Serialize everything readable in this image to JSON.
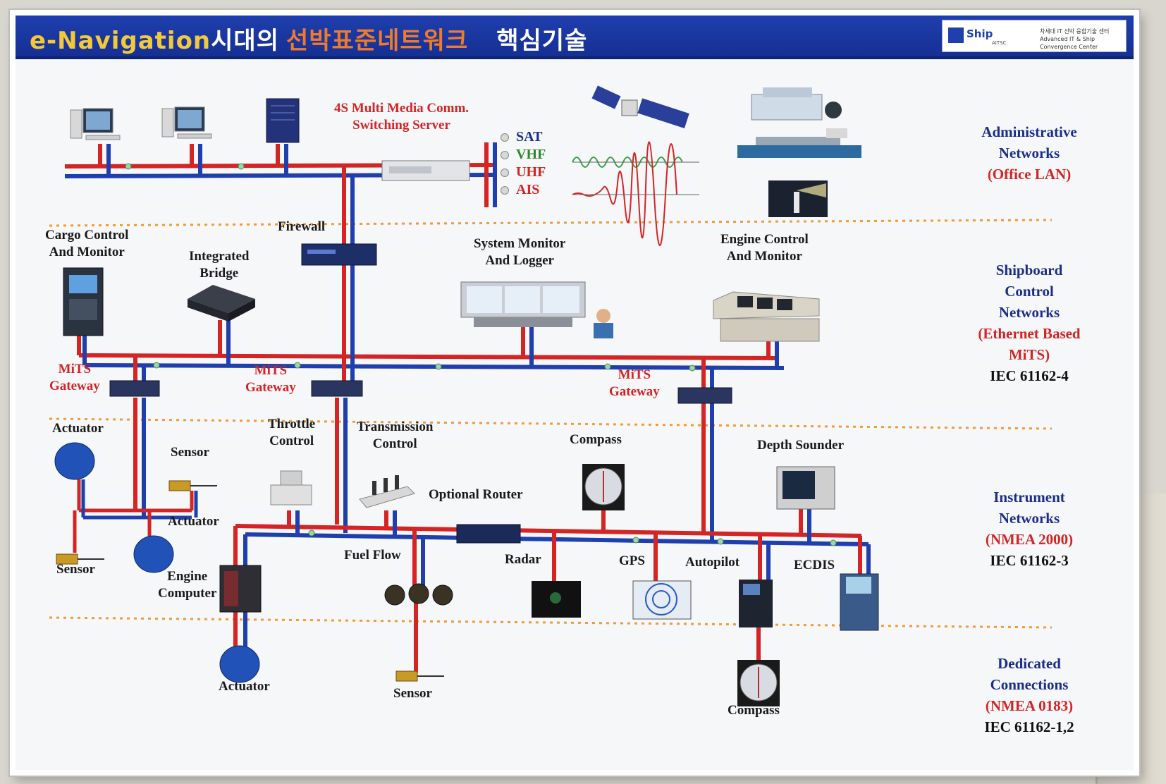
{
  "title": {
    "part1": "e-Navigation",
    "part2": "시대의",
    "part3": "선박표준네트워크",
    "part4": "핵심기술"
  },
  "logo": {
    "name": "Ship",
    "sub1": "차세대 IT 선박 융합기술 센터",
    "sub2": "Advanced IT & Ship Convergence Center",
    "small": "AITSC"
  },
  "comm_server": "4S Multi Media Comm.\nSwitching Server",
  "comm_channels": [
    {
      "label": "SAT",
      "color": "navy"
    },
    {
      "label": "VHF",
      "color": "green"
    },
    {
      "label": "UHF",
      "color": "red"
    },
    {
      "label": "AIS",
      "color": "red"
    }
  ],
  "zones": [
    {
      "line1": "Administrative",
      "line2": "Networks",
      "line3": "(Office LAN)",
      "line4": ""
    },
    {
      "line1": "Shipboard",
      "line2": "Control",
      "line3": "Networks",
      "line4": "(Ethernet Based",
      "line5": "MiTS)",
      "line6": "IEC 61162-4"
    },
    {
      "line1": "Instrument",
      "line2": "Networks",
      "line3": "(NMEA 2000)",
      "line4": "IEC 61162-3"
    },
    {
      "line1": "Dedicated",
      "line2": "Connections",
      "line3": "(NMEA 0183)",
      "line4": "IEC 61162-1,2"
    }
  ],
  "nodes": {
    "firewall": "Firewall",
    "cargo": "Cargo Control\nAnd Monitor",
    "bridge": "Integrated\nBridge",
    "sysmon": "System Monitor\nAnd Logger",
    "engine_ctrl": "Engine Control\nAnd Monitor",
    "gateway1": "MiTS\nGateway",
    "gateway2": "MiTS\nGateway",
    "gateway3": "MiTS\nGateway",
    "actuator_top": "Actuator",
    "sensor_a": "Sensor",
    "actuator_mid": "Actuator",
    "sensor_b": "Sensor",
    "engine_computer": "Engine\nComputer",
    "throttle": "Throttle\nControl",
    "transmission": "Transmission\nControl",
    "compass_top": "Compass",
    "depth": "Depth Sounder",
    "router": "Optional Router",
    "fuel": "Fuel Flow",
    "radar": "Radar",
    "gps": "GPS",
    "autopilot": "Autopilot",
    "ecdis": "ECDIS",
    "actuator_bottom": "Actuator",
    "sensor_bottom": "Sensor",
    "compass_bottom": "Compass"
  }
}
